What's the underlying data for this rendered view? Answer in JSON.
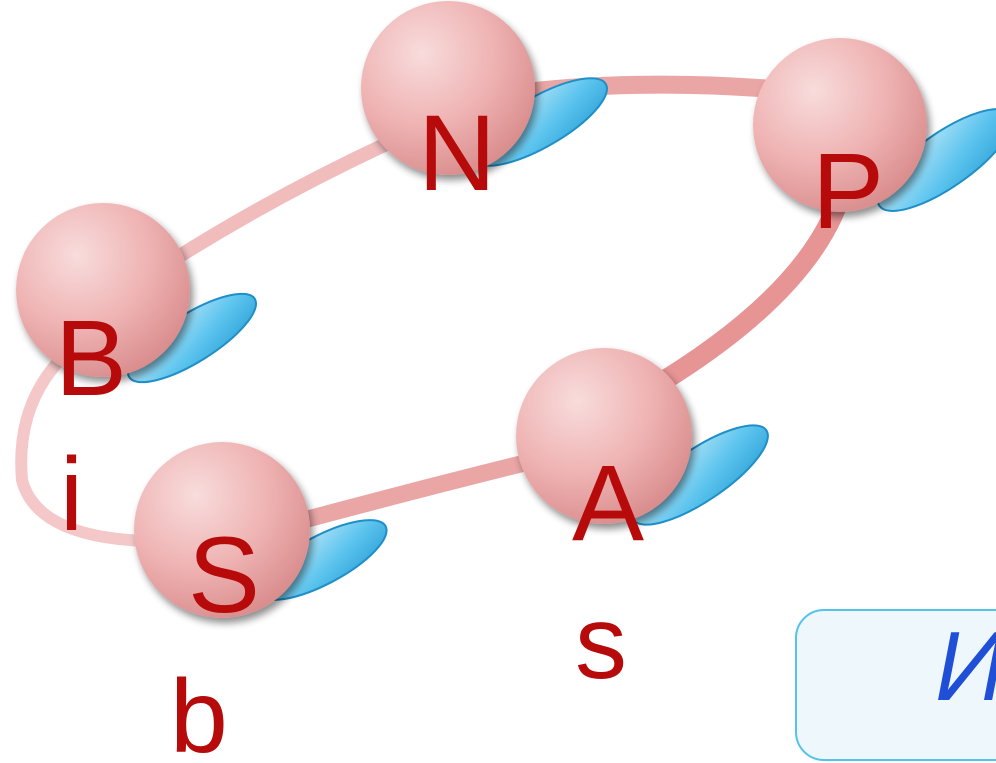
{
  "nodes": [
    {
      "id": "node-b",
      "label": "B"
    },
    {
      "id": "node-n",
      "label": "N"
    },
    {
      "id": "node-p",
      "label": "P"
    },
    {
      "id": "node-a",
      "label": "A"
    },
    {
      "id": "node-s",
      "label": "S"
    }
  ],
  "side_labels": [
    {
      "id": "label-i",
      "text": "i"
    },
    {
      "id": "label-s",
      "text": "s"
    },
    {
      "id": "label-b",
      "text": "b"
    }
  ],
  "callout": {
    "text": "И"
  },
  "colors": {
    "node_fill": "#efb3b3",
    "ring_stroke": "#e99a9a",
    "petal_fill": "#5cc4ee",
    "letter": "#b70a0a",
    "callout_fill": "#eef8fc",
    "callout_stroke": "#53c3ea",
    "callout_text": "#1f4fd6"
  }
}
